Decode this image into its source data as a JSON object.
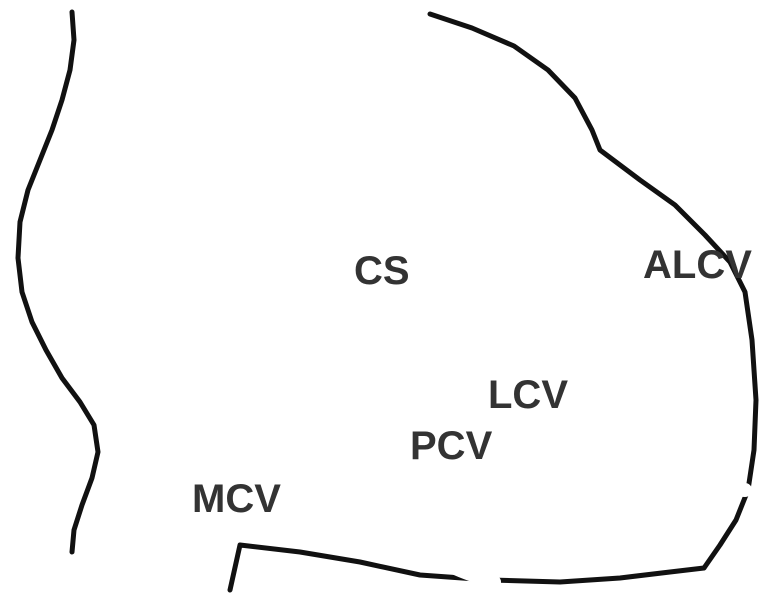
{
  "labels": {
    "cs": "CS",
    "alcv": "ALCV",
    "lcv": "LCV",
    "pcv": "PCV",
    "mcv": "MCV"
  },
  "colors": {
    "stroke": "#111111",
    "label": "#333333",
    "background": "#ffffff"
  }
}
